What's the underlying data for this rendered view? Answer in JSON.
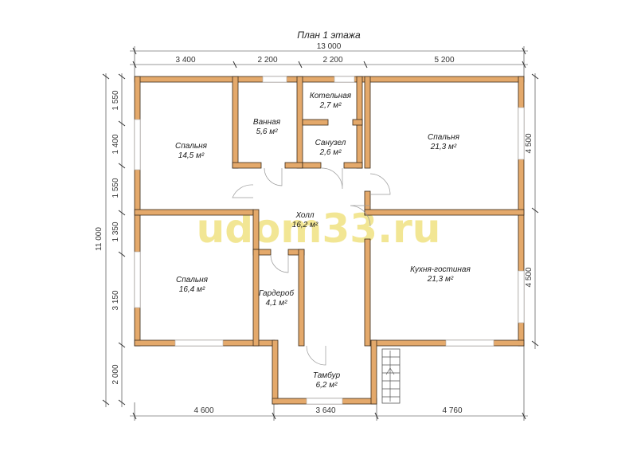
{
  "title": "План 1 этажа",
  "watermark": "udom33.ru",
  "top_dims": {
    "total": "13 000",
    "segments": [
      "3 400",
      "2 200",
      "2 200",
      "5 200"
    ]
  },
  "bottom_dims": {
    "segments": [
      "4 600",
      "3 640",
      "4 760"
    ]
  },
  "left_dims": {
    "total": "11 000",
    "segments": [
      "1 550",
      "1 400",
      "1 550",
      "1 350",
      "3 150",
      "2 000"
    ]
  },
  "right_dims": {
    "segments": [
      "4 500",
      "4 500"
    ]
  },
  "rooms": [
    {
      "name": "Спальня",
      "area": "14,5 м²"
    },
    {
      "name": "Ванная",
      "area": "5,6 м²"
    },
    {
      "name": "Котельная",
      "area": "2,7 м²"
    },
    {
      "name": "Санузел",
      "area": "2,6 м²"
    },
    {
      "name": "Спальня",
      "area": "21,3 м²"
    },
    {
      "name": "Холл",
      "area": "16,2 м²"
    },
    {
      "name": "Спальня",
      "area": "16,4 м²"
    },
    {
      "name": "Гардероб",
      "area": "4,1 м²"
    },
    {
      "name": "Кухня-гостиная",
      "area": "21,3 м²"
    },
    {
      "name": "Тамбур",
      "area": "6,2 м²"
    }
  ]
}
